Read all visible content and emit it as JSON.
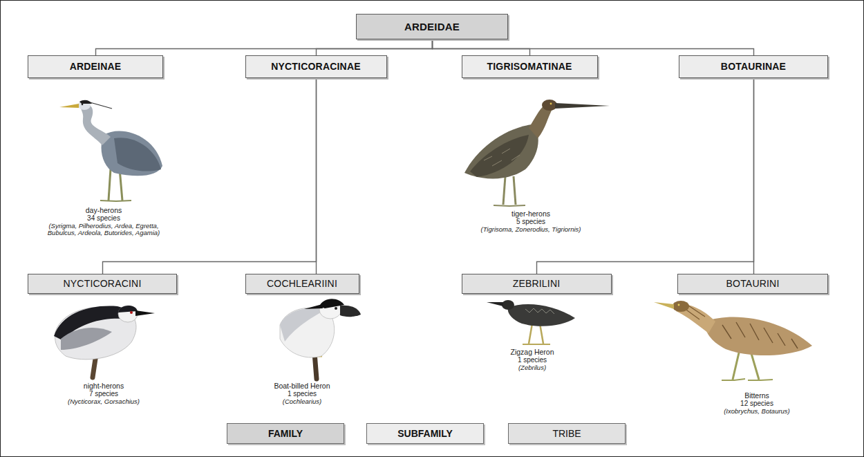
{
  "diagram": {
    "nodes": [
      {
        "text": [
          "ARDEIDAE"
        ]
      },
      {
        "text": [
          "ARDEINAE"
        ]
      },
      {
        "text": [
          "NYCTICORACINAE"
        ]
      },
      {
        "text": [
          "TIGRISOMATINAE"
        ]
      },
      {
        "text": [
          "BOTAURINAE"
        ]
      },
      {
        "text": [
          "NYCTICORACINI"
        ]
      },
      {
        "text": [
          "COCHLEARIINI"
        ]
      },
      {
        "text": [
          "ZEBRILINI"
        ]
      },
      {
        "text": [
          "BOTAURINI"
        ]
      }
    ],
    "edges": [
      {
        "from": 0,
        "to": 1,
        "arrow": "none"
      },
      {
        "from": 0,
        "to": 2,
        "arrow": "none"
      },
      {
        "from": 0,
        "to": 3,
        "arrow": "none"
      },
      {
        "from": 0,
        "to": 4,
        "arrow": "none"
      },
      {
        "from": 2,
        "to": 5,
        "arrow": "none"
      },
      {
        "from": 2,
        "to": 6,
        "arrow": "none"
      },
      {
        "from": 4,
        "to": 7,
        "arrow": "none"
      },
      {
        "from": 4,
        "to": 8,
        "arrow": "none"
      }
    ],
    "labels": [
      "day-herons",
      "34 species",
      "(Syrigma, Pilherodius, Ardea, Egretta, Bubulcus, Ardeola, Butorides, Agamia)",
      "tiger-herons",
      "5 species",
      "(Tigrisoma, Zonerodius, Tigriornis)",
      "night-herons",
      "7 species",
      "(Nycticorax, Gorsachius)",
      "Boat-billed Heron",
      "1 species",
      "(Cochlearius)",
      "Zigzag Heron",
      "1 species",
      "(Zebrilus)",
      "Bitterns",
      "12 species",
      "(Ixobrychus, Botaurus)"
    ],
    "legend": [
      {
        "text": "FAMILY",
        "color": "#d3d3d3"
      },
      {
        "text": "SUBFAMILY",
        "color": "#ededed"
      },
      {
        "text": "TRIBE",
        "color": "#e2e2e2"
      }
    ]
  }
}
